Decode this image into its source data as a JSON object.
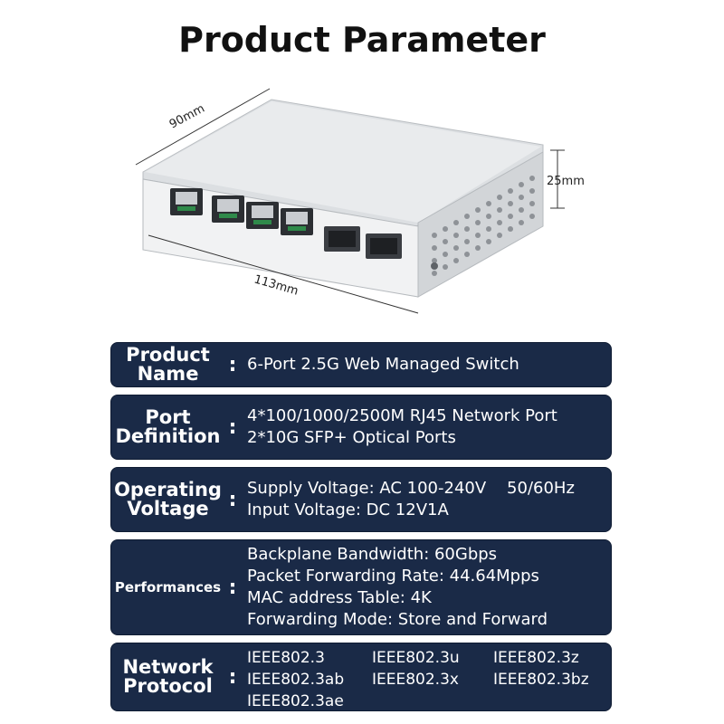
{
  "title": "Product Parameter",
  "figure": {
    "dimensions": {
      "depth": "90mm",
      "height": "25mm",
      "width": "113mm"
    },
    "colors": {
      "body": "#e6e8ea",
      "panel": "#f3f4f5",
      "port": "#2c2f33",
      "contacts": "#2f8a4a"
    }
  },
  "specs": {
    "product_name": {
      "label": "Product\nName",
      "lines": [
        "6-Port 2.5G Web Managed Switch"
      ]
    },
    "port_definition": {
      "label": "Port\nDefinition",
      "lines": [
        "4*100/1000/2500M RJ45 Network Port",
        "2*10G SFP+ Optical Ports"
      ]
    },
    "operating_voltage": {
      "label": "Operating\nVoltage",
      "lines": [
        "Supply Voltage: AC 100-240V    50/60Hz",
        "Input Voltage: DC 12V1A"
      ]
    },
    "performances": {
      "label": "Performances",
      "lines": [
        "Backplane Bandwidth: 60Gbps",
        "Packet Forwarding Rate: 44.64Mpps",
        "MAC address Table: 4K",
        "Forwarding Mode: Store and Forward"
      ]
    },
    "network_protocol": {
      "label": "Network\nProtocol",
      "protocols": [
        "IEEE802.3",
        "IEEE802.3u",
        "IEEE802.3z",
        "IEEE802.3ab",
        "IEEE802.3x",
        "IEEE802.3bz",
        "IEEE802.3ae"
      ]
    }
  },
  "colors": {
    "row_background": "#1a2a47",
    "row_text": "#ffffff",
    "title_text": "#111111"
  }
}
